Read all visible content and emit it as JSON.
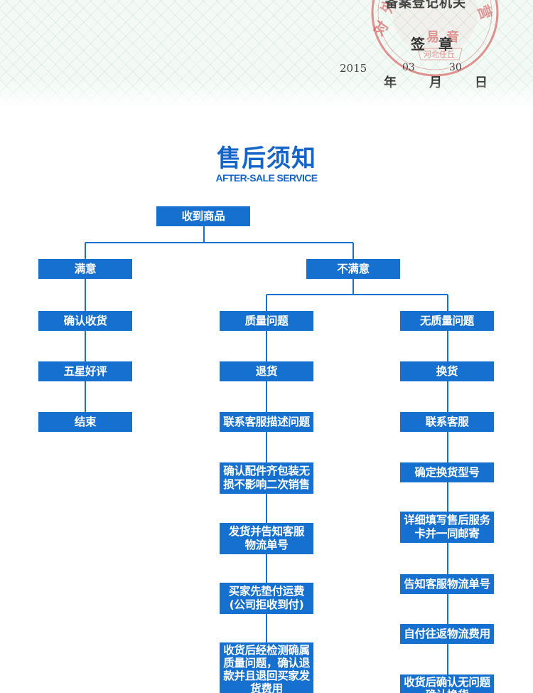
{
  "certificate": {
    "issuer": "备案登记机关",
    "stamp_text": "河北任丘",
    "signature_label": "签 章",
    "date": {
      "year": "2015",
      "month": "03",
      "day": "30"
    },
    "date_units": {
      "year": "年",
      "month": "月",
      "day": "日"
    },
    "stamp_color": "#d23a3a"
  },
  "header": {
    "title": "售后须知",
    "subtitle": "AFTER-SALE SERVICE"
  },
  "flowchart": {
    "accent_color": "#1570cf",
    "root": "收到商品",
    "satisfied": {
      "label": "满意",
      "steps": [
        "确认收货",
        "五星好评",
        "结束"
      ]
    },
    "unsatisfied": {
      "label": "不满意",
      "quality_issue": {
        "label": "质量问题",
        "steps": [
          "退货",
          "联系客服描述问题",
          "确认配件齐包装无\n损不影响二次销售",
          "发货并告知客服\n物流单号",
          "买家先垫付运费\n(公司拒收到付)",
          "收货后经检测确属\n质量问题，确认退\n款并且退回买家发\n货费用"
        ]
      },
      "no_quality_issue": {
        "label": "无质量问题",
        "steps": [
          "换货",
          "联系客服",
          "确定换货型号",
          "详细填写售后服务\n卡并一同邮寄",
          "告知客服物流单号",
          "自付往返物流费用",
          "收货后确认无问题\n确认换货"
        ]
      }
    }
  }
}
